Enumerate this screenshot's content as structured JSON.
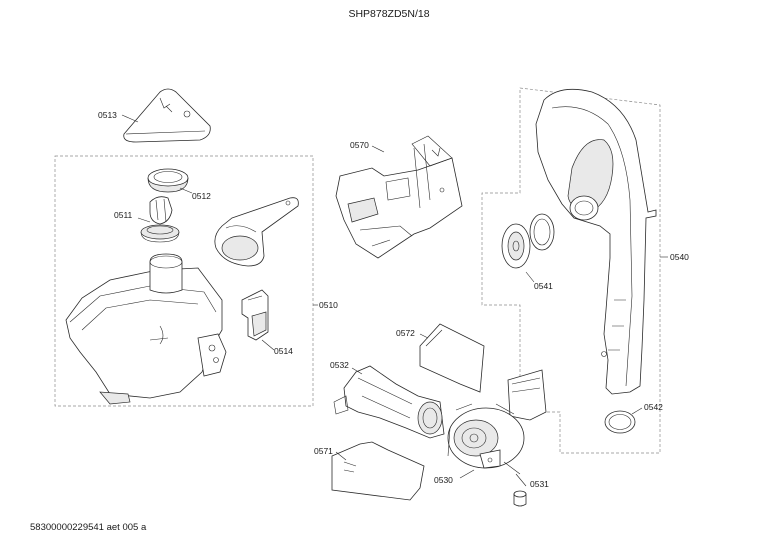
{
  "title": "SHP878ZD5N/18",
  "footer": "58300000229541 aet 005 a",
  "callouts": {
    "c0513": "0513",
    "c0512": "0512",
    "c0511": "0511",
    "c0510": "0510",
    "c0514": "0514",
    "c0570": "0570",
    "c0572": "0572",
    "c0532": "0532",
    "c0571": "0571",
    "c0530": "0530",
    "c0531": "0531",
    "c0540": "0540",
    "c0541": "0541",
    "c0542": "0542"
  }
}
